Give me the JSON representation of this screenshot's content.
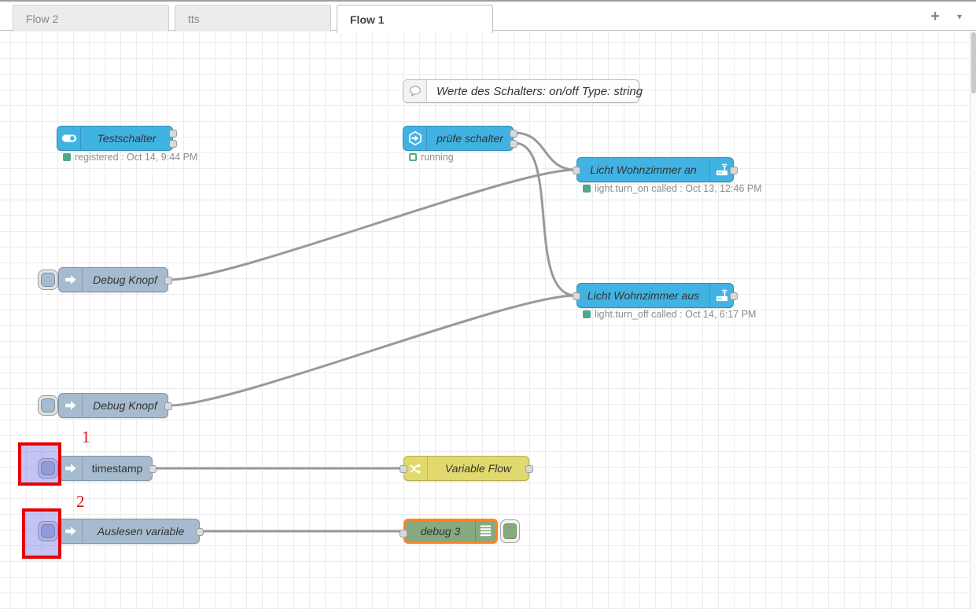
{
  "header": {
    "tabs": [
      {
        "label": "Flow 2",
        "active": false
      },
      {
        "label": "tts",
        "active": false
      },
      {
        "label": "Flow 1",
        "active": true
      }
    ],
    "add_button": "+",
    "menu_caret": "▾"
  },
  "canvas": {
    "comment_node": {
      "label": "Werte des Schalters: on/off Type: string"
    },
    "nodes": {
      "testschalter": {
        "label": "Testschalter",
        "status": "registered : Oct 14, 9:44 PM"
      },
      "pruefe_schalter": {
        "label": "prüfe schalter",
        "status": "running"
      },
      "licht_an": {
        "label": "Licht Wohnzimmer an",
        "status": "light.turn_on called : Oct 13, 12:46 PM"
      },
      "licht_aus": {
        "label": "Licht Wohnzimmer aus",
        "status": "light.turn_off called : Oct 14, 6:17 PM"
      },
      "debug_knopf_1": {
        "label": "Debug Knopf"
      },
      "debug_knopf_2": {
        "label": "Debug Knopf"
      },
      "timestamp": {
        "label": "timestamp"
      },
      "auslesen_variable": {
        "label": "Auslesen variable"
      },
      "variable_flow": {
        "label": "Variable Flow"
      },
      "debug_3": {
        "label": "debug 3"
      }
    },
    "annotations": [
      {
        "label": "1"
      },
      {
        "label": "2"
      }
    ],
    "colors": {
      "ha_blue": "#41b3e3",
      "inject_gray": "#a6bbcf",
      "change_yellow": "#e2d96e",
      "debug_green": "#87a980",
      "status_green": "#4ca98f",
      "selection_orange": "#ff8324",
      "annotation_red": "#e80000",
      "wire_gray": "#999999"
    }
  }
}
